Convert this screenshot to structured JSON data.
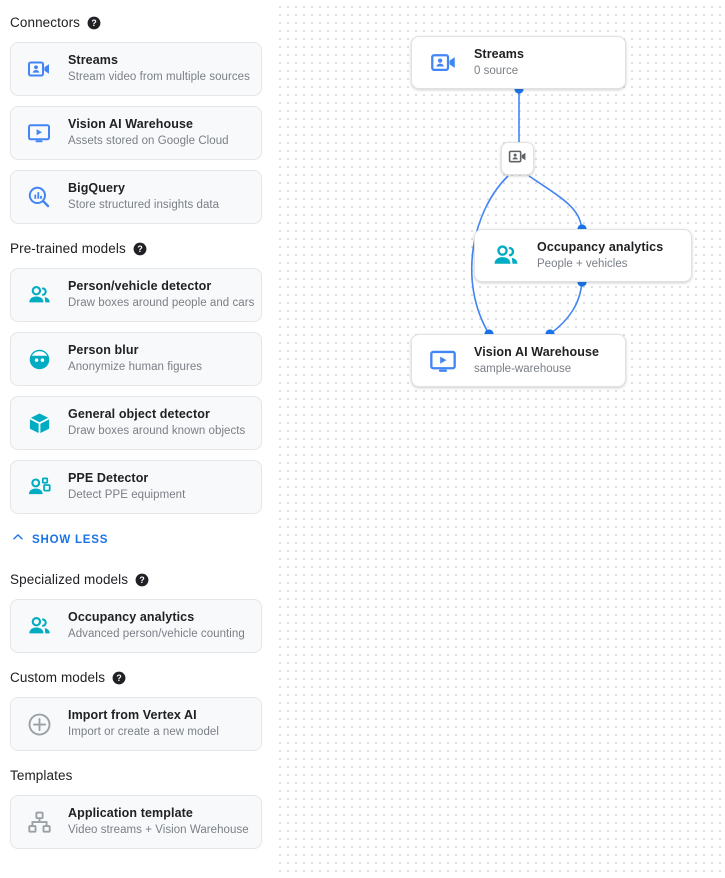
{
  "colors": {
    "connector_icon": "#4285f4",
    "model_icon": "#00acc1",
    "neutral_icon": "#9aa0a6",
    "link": "#1a73e8",
    "edge": "#4285f4",
    "card_bg": "#f8f9fa"
  },
  "sidebar": {
    "sections": [
      {
        "title": "Connectors",
        "has_help": true,
        "items": [
          {
            "title": "Streams",
            "sub": "Stream video from multiple sources",
            "icon": "video-camera-person-icon"
          },
          {
            "title": "Vision AI Warehouse",
            "sub": "Assets stored on Google Cloud",
            "icon": "monitor-play-icon"
          },
          {
            "title": "BigQuery",
            "sub": "Store structured insights data",
            "icon": "magnifier-barchart-icon"
          }
        ]
      },
      {
        "title": "Pre-trained models",
        "has_help": true,
        "items": [
          {
            "title": "Person/vehicle detector",
            "sub": "Draw boxes around people and cars",
            "icon": "people-icon"
          },
          {
            "title": "Person blur",
            "sub": "Anonymize human figures",
            "icon": "face-circle-icon"
          },
          {
            "title": "General object detector",
            "sub": "Draw boxes around known objects",
            "icon": "cube-icon"
          },
          {
            "title": "PPE Detector",
            "sub": "Detect PPE equipment",
            "icon": "person-ppe-icon"
          }
        ]
      },
      {
        "title": "Specialized models",
        "has_help": true,
        "items": [
          {
            "title": "Occupancy analytics",
            "sub": "Advanced person/vehicle counting",
            "icon": "people-icon"
          }
        ]
      },
      {
        "title": "Custom models",
        "has_help": true,
        "items": [
          {
            "title": "Import from Vertex AI",
            "sub": "Import or create a new model",
            "icon": "plus-circle-icon"
          }
        ]
      },
      {
        "title": "Templates",
        "has_help": false,
        "items": [
          {
            "title": "Application template",
            "sub": "Video streams + Vision Warehouse",
            "icon": "hierarchy-icon"
          }
        ]
      }
    ],
    "show_less": {
      "label": "SHOW LESS",
      "icon": "chevron-up-icon"
    }
  },
  "canvas": {
    "nodes": [
      {
        "id": "streams",
        "title": "Streams",
        "sub": "0 source",
        "icon": "video-camera-person-icon"
      },
      {
        "id": "occupancy",
        "title": "Occupancy analytics",
        "sub": "People + vehicles",
        "icon": "people-icon"
      },
      {
        "id": "warehouse",
        "title": "Vision AI Warehouse",
        "sub": "sample-warehouse",
        "icon": "monitor-play-icon"
      }
    ],
    "hub": {
      "icon": "video-camera-person-icon"
    }
  }
}
